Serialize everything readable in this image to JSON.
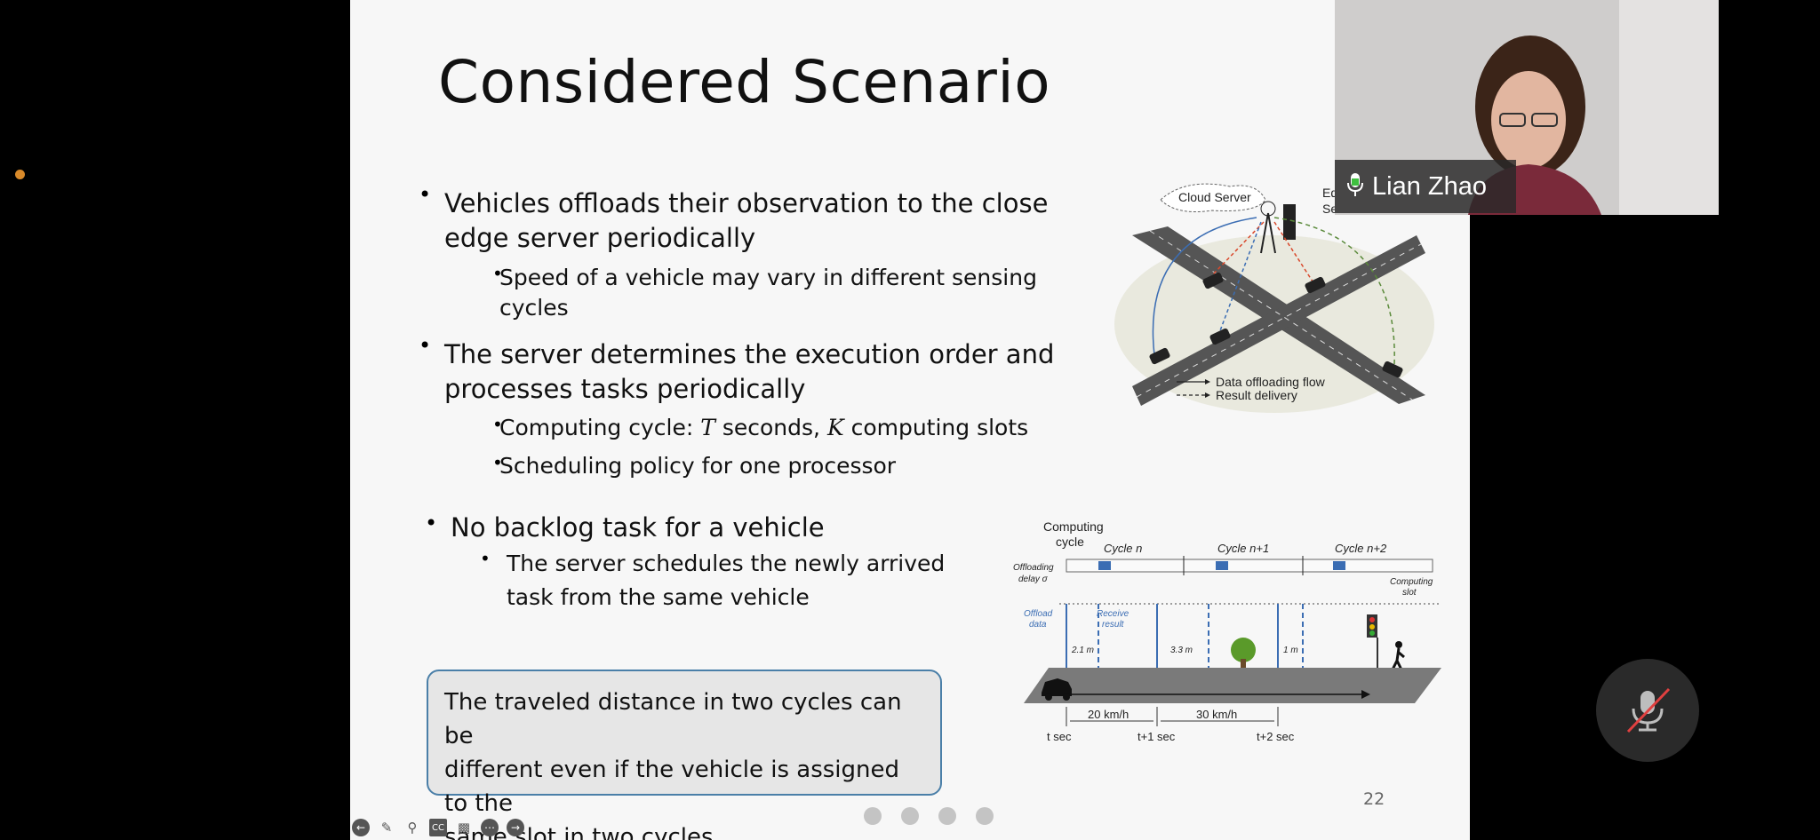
{
  "slide": {
    "title": "Considered Scenario",
    "bullets": [
      {
        "text_line1": "Vehicles offloads their observation to the close",
        "text_line2": "edge server periodically"
      },
      {
        "text_line1": "The server determines the execution order and",
        "text_line2": "processes tasks periodically"
      },
      {
        "text_line1": "No backlog task for a vehicle"
      }
    ],
    "sub_bullets": [
      {
        "line1": "Speed of a vehicle may vary in different sensing",
        "line2": "cycles"
      },
      {
        "pre": "Computing cycle: ",
        "var1": "T",
        "mid": " seconds, ",
        "var2": "K",
        "post": " computing slots"
      },
      {
        "line1": "Scheduling policy for one processor"
      },
      {
        "line1": "The server schedules the newly arrived",
        "line2": "task from the same vehicle"
      }
    ],
    "callout": {
      "line1": "The traveled distance in two cycles can be",
      "line2": "different even if the vehicle is assigned to the",
      "line3": "same slot in two cycles"
    },
    "page_number": "22"
  },
  "network_diagram": {
    "cloud_label": "Cloud Server",
    "edge_label_partial": "Ed",
    "edge_label_partial2": "Ser",
    "legend_flow": "Data offloading flow",
    "legend_result": "Result delivery"
  },
  "timeline_diagram": {
    "computing_cycle_l1": "Computing",
    "computing_cycle_l2": "cycle",
    "cycle_n": "Cycle n",
    "cycle_n1": "Cycle n+1",
    "cycle_n2": "Cycle n+2",
    "offloading_l1": "Offloading",
    "offloading_l2": "delay σ",
    "computing_slot_l1": "Computing",
    "computing_slot_l2": "slot",
    "offload_data_l1": "Offload",
    "offload_data_l2": "data",
    "receive_l1": "Receive",
    "receive_l2": "result",
    "dist1": "2.1 m",
    "dist2": "3.3 m",
    "dist3": "1 m",
    "speed1": "20 km/h",
    "speed2": "30 km/h",
    "t0": "t sec",
    "t1": "t+1 sec",
    "t2": "t+2 sec"
  },
  "participant": {
    "name": "Lian Zhao"
  },
  "colors": {
    "accent_blue": "#4a7fa8",
    "slot_blue": "#3b6db3",
    "orange_dot": "#d98a2a"
  },
  "icons": [
    "prev-icon",
    "pen-icon",
    "zoom-icon",
    "cc-icon",
    "video-icon",
    "more-icon",
    "next-icon",
    "microphone-icon",
    "mute-microphone-icon"
  ]
}
